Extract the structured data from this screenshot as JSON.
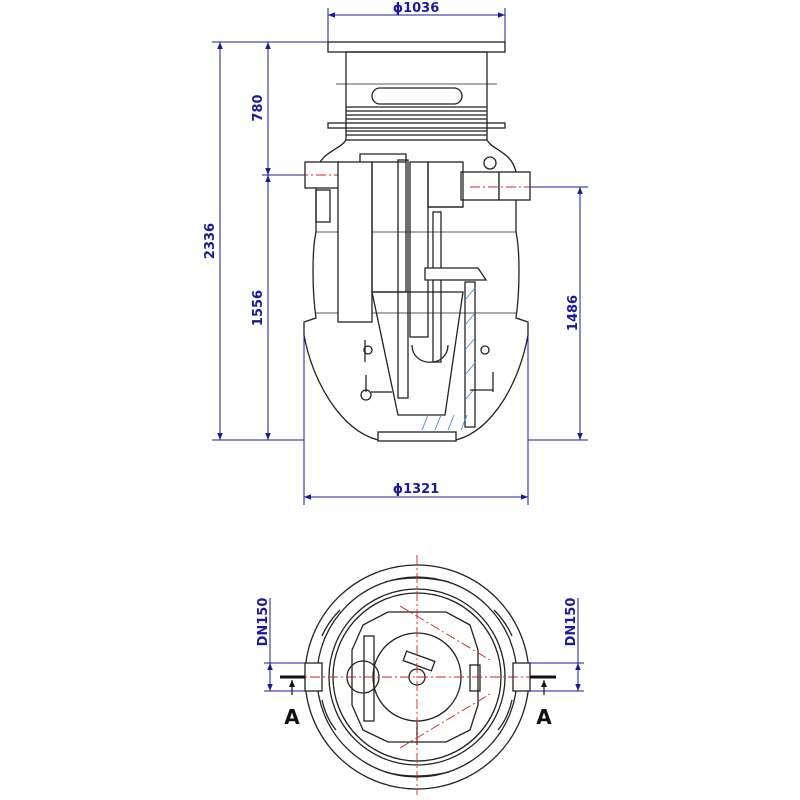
{
  "drawing": {
    "elevation_view": {
      "top_diameter": "ϕ1036",
      "neck_height": "780",
      "total_height": "2336",
      "inlet_height": "1556",
      "outlet_height": "1486",
      "body_diameter": "ϕ1321"
    },
    "plan_view": {
      "inlet_size": "DN150",
      "outlet_size": "DN150",
      "section_left": "A",
      "section_right": "A"
    },
    "colors": {
      "dimension": "#1a1aa0",
      "centerline": "#d62020",
      "outline": "#222222",
      "hatch": "#3a8fd8"
    }
  }
}
